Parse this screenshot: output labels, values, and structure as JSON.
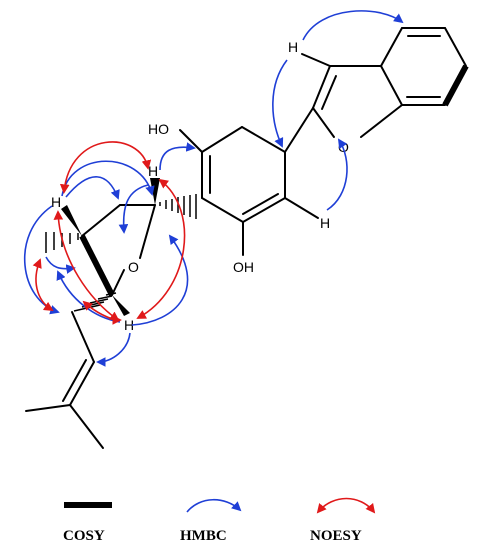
{
  "atom_labels": {
    "ho_top": "HO",
    "oh_bottom": "OH",
    "o_furan": "O",
    "o_thf": "O",
    "h_benzofuran": "H",
    "h_aryl": "H",
    "h_ring_left": "H",
    "h_ring_right": "H",
    "h_ring_bottom": "H"
  },
  "legend": {
    "cosy": "COSY",
    "hmbc": "HMBC",
    "noesy": "NOESY"
  },
  "colors": {
    "bond": "#000000",
    "hmbc": "#1f3fd6",
    "noesy": "#e0191a"
  }
}
